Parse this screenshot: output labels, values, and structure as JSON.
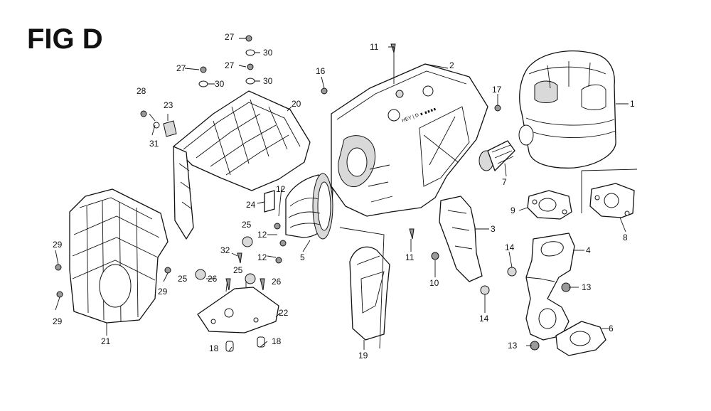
{
  "figure": {
    "title": "FIG D",
    "engraving": "HEY | D ∎ ∎∎∎∎"
  },
  "callouts": [
    {
      "id": "c1",
      "label": "1"
    },
    {
      "id": "c2",
      "label": "2"
    },
    {
      "id": "c3",
      "label": "3"
    },
    {
      "id": "c4",
      "label": "4"
    },
    {
      "id": "c5",
      "label": "5"
    },
    {
      "id": "c6",
      "label": "6"
    },
    {
      "id": "c7",
      "label": "7"
    },
    {
      "id": "c8",
      "label": "8"
    },
    {
      "id": "c9",
      "label": "9"
    },
    {
      "id": "c10",
      "label": "10"
    },
    {
      "id": "c11a",
      "label": "11"
    },
    {
      "id": "c11b",
      "label": "11"
    },
    {
      "id": "c12a",
      "label": "12"
    },
    {
      "id": "c12b",
      "label": "12"
    },
    {
      "id": "c12c",
      "label": "12"
    },
    {
      "id": "c13a",
      "label": "13"
    },
    {
      "id": "c13b",
      "label": "13"
    },
    {
      "id": "c14a",
      "label": "14"
    },
    {
      "id": "c14b",
      "label": "14"
    },
    {
      "id": "c16",
      "label": "16"
    },
    {
      "id": "c17",
      "label": "17"
    },
    {
      "id": "c18a",
      "label": "18"
    },
    {
      "id": "c18b",
      "label": "18"
    },
    {
      "id": "c19",
      "label": "19"
    },
    {
      "id": "c20",
      "label": "20"
    },
    {
      "id": "c21",
      "label": "21"
    },
    {
      "id": "c22",
      "label": "22"
    },
    {
      "id": "c23",
      "label": "23"
    },
    {
      "id": "c24",
      "label": "24"
    },
    {
      "id": "c25a",
      "label": "25"
    },
    {
      "id": "c25b",
      "label": "25"
    },
    {
      "id": "c25c",
      "label": "25"
    },
    {
      "id": "c26a",
      "label": "26"
    },
    {
      "id": "c26b",
      "label": "26"
    },
    {
      "id": "c27a",
      "label": "27"
    },
    {
      "id": "c27b",
      "label": "27"
    },
    {
      "id": "c27c",
      "label": "27"
    },
    {
      "id": "c28",
      "label": "28"
    },
    {
      "id": "c29a",
      "label": "29"
    },
    {
      "id": "c29b",
      "label": "29"
    },
    {
      "id": "c29c",
      "label": "29"
    },
    {
      "id": "c30a",
      "label": "30"
    },
    {
      "id": "c30b",
      "label": "30"
    },
    {
      "id": "c30c",
      "label": "30"
    },
    {
      "id": "c31",
      "label": "31"
    },
    {
      "id": "c32",
      "label": "32"
    }
  ]
}
